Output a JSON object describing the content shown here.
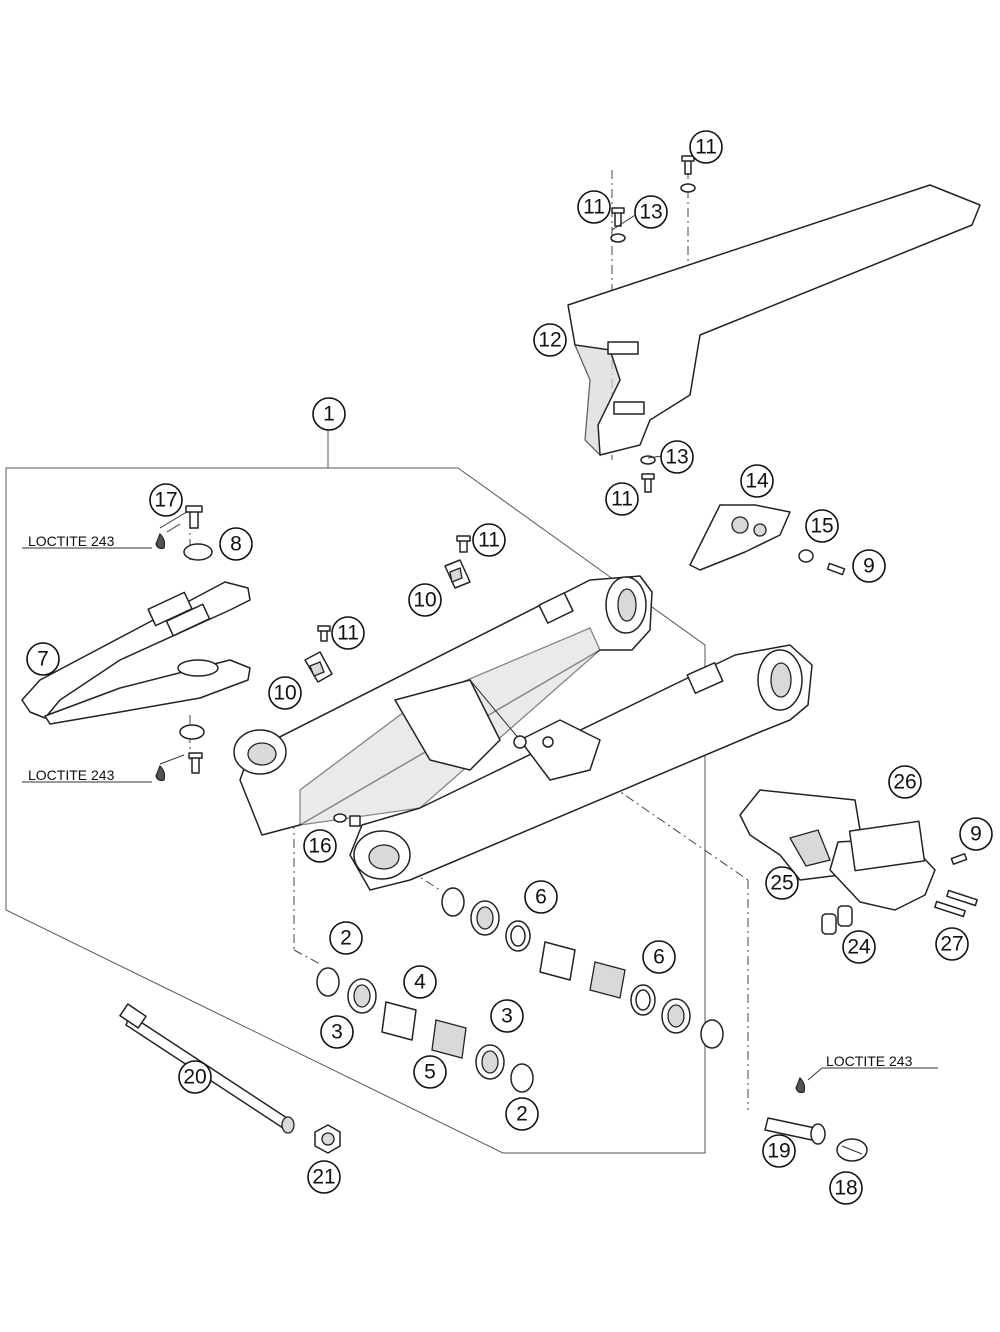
{
  "callouts": [
    {
      "id": "c1",
      "label": "1"
    },
    {
      "id": "c2a",
      "label": "2"
    },
    {
      "id": "c2b",
      "label": "2"
    },
    {
      "id": "c3a",
      "label": "3"
    },
    {
      "id": "c3b",
      "label": "3"
    },
    {
      "id": "c4",
      "label": "4"
    },
    {
      "id": "c5",
      "label": "5"
    },
    {
      "id": "c6a",
      "label": "6"
    },
    {
      "id": "c6b",
      "label": "6"
    },
    {
      "id": "c7",
      "label": "7"
    },
    {
      "id": "c8",
      "label": "8"
    },
    {
      "id": "c9a",
      "label": "9"
    },
    {
      "id": "c9b",
      "label": "9"
    },
    {
      "id": "c10a",
      "label": "10"
    },
    {
      "id": "c10b",
      "label": "10"
    },
    {
      "id": "c11a",
      "label": "11"
    },
    {
      "id": "c11b",
      "label": "11"
    },
    {
      "id": "c11c",
      "label": "11"
    },
    {
      "id": "c11d",
      "label": "11"
    },
    {
      "id": "c11e",
      "label": "11"
    },
    {
      "id": "c12",
      "label": "12"
    },
    {
      "id": "c13a",
      "label": "13"
    },
    {
      "id": "c13b",
      "label": "13"
    },
    {
      "id": "c14",
      "label": "14"
    },
    {
      "id": "c15",
      "label": "15"
    },
    {
      "id": "c16",
      "label": "16"
    },
    {
      "id": "c17",
      "label": "17"
    },
    {
      "id": "c18",
      "label": "18"
    },
    {
      "id": "c19",
      "label": "19"
    },
    {
      "id": "c20",
      "label": "20"
    },
    {
      "id": "c21",
      "label": "21"
    },
    {
      "id": "c24",
      "label": "24"
    },
    {
      "id": "c25",
      "label": "25"
    },
    {
      "id": "c26",
      "label": "26"
    },
    {
      "id": "c27",
      "label": "27"
    }
  ],
  "notes": [
    {
      "id": "n1",
      "text": "LOCTITE 243"
    },
    {
      "id": "n2",
      "text": "LOCTITE 243"
    },
    {
      "id": "n3",
      "text": "LOCTITE 243"
    }
  ]
}
